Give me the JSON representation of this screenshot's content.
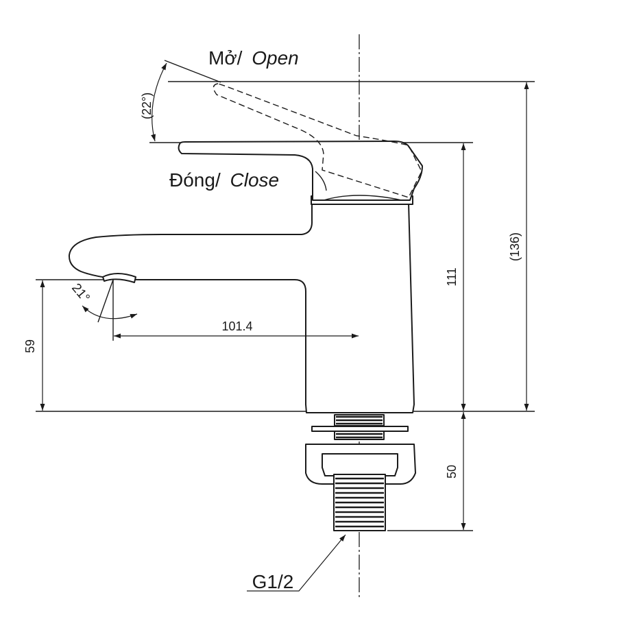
{
  "labels": {
    "open_vi": "Mở/",
    "open_en": "Open",
    "close_vi": "Đóng/",
    "close_en": "Close",
    "angle_open": "(22°)",
    "angle_spout": "21°",
    "spout_reach": "101.4",
    "spout_height": "59",
    "body_height": "111",
    "total_height": "(136)",
    "shank_length": "50",
    "thread_size": "G1/2"
  },
  "colors": {
    "line": "#1a1a1a",
    "background": "#ffffff"
  }
}
